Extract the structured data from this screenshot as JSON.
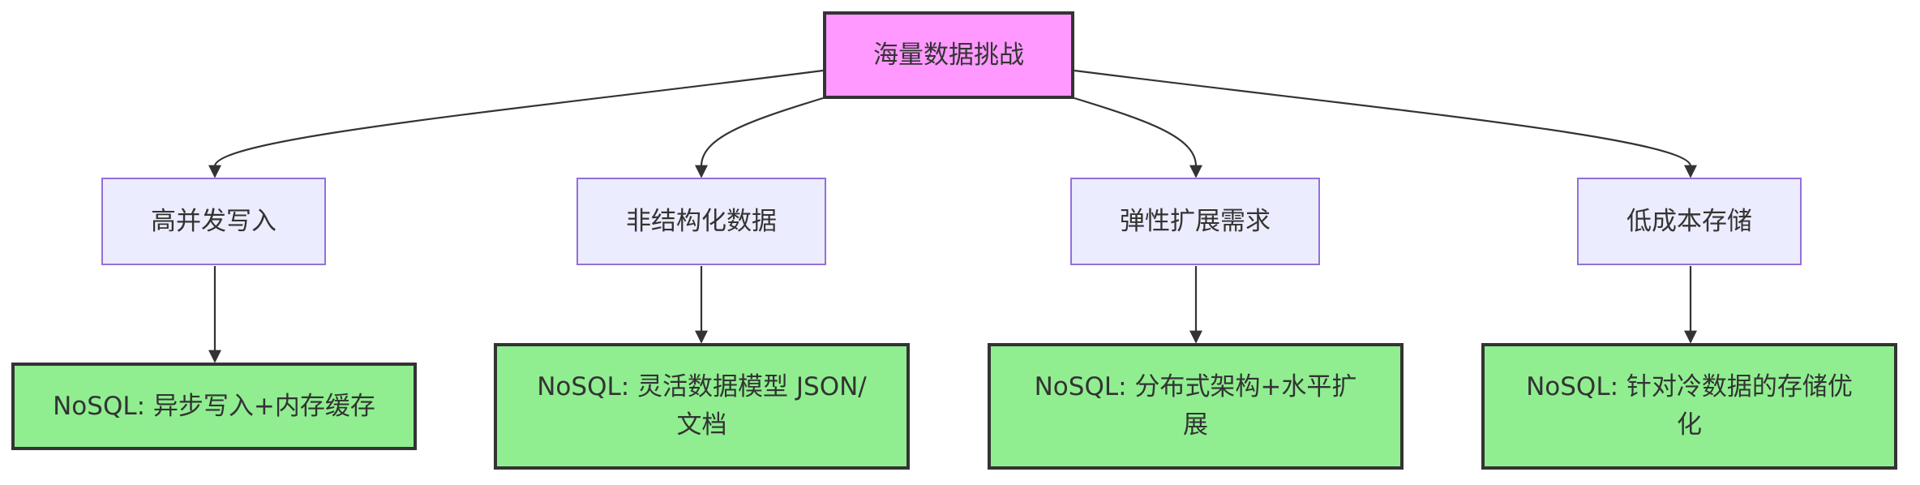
{
  "colors": {
    "root_fill": "#ff99ff",
    "challenge_fill": "#ececff",
    "challenge_border": "#9370db",
    "solution_fill": "#90ee90",
    "line": "#333333"
  },
  "root": {
    "label": "海量数据挑战"
  },
  "challenges": [
    {
      "label": "高并发写入"
    },
    {
      "label": "非结构化数据"
    },
    {
      "label": "弹性扩展需求"
    },
    {
      "label": "低成本存储"
    }
  ],
  "solutions": [
    {
      "label": "NoSQL: 异步写入+内存缓存"
    },
    {
      "label": "NoSQL: 灵活数据模型 JSON/文档"
    },
    {
      "label": "NoSQL: 分布式架构+水平扩展"
    },
    {
      "label": "NoSQL: 针对冷数据的存储优化"
    }
  ]
}
